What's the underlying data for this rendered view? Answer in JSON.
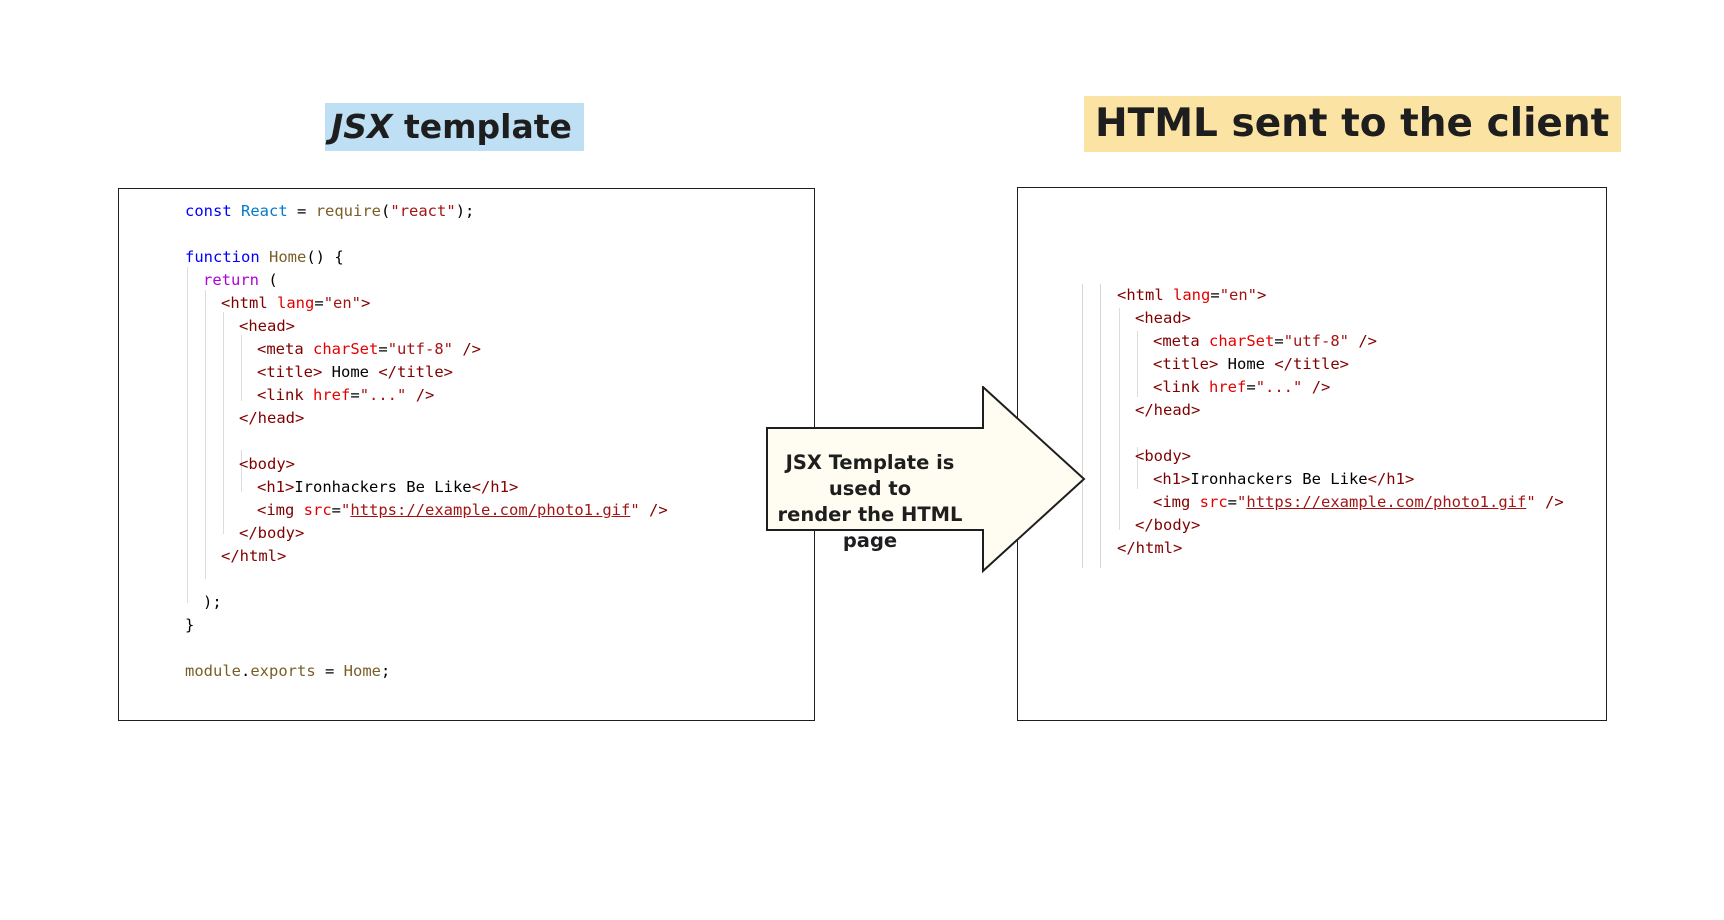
{
  "titles": {
    "left_italic": "JSX",
    "left_rest": " template",
    "right": "HTML sent to the client"
  },
  "arrow": {
    "label": "JSX Template is used to\nrender the HTML page"
  },
  "jsx_code": {
    "l1": {
      "kw": "const",
      "var": "React",
      "eq": " = ",
      "fn": "require",
      "p1": "(",
      "str": "\"react\"",
      "p2": ");"
    },
    "l3": {
      "kw": "function",
      "fn": "Home",
      "rest": "() {"
    },
    "l4": {
      "kw": "return",
      "rest": " ("
    },
    "l5": {
      "open": "<html",
      "attr": "lang",
      "eq": "=",
      "val": "\"en\"",
      "close": ">"
    },
    "l6": {
      "tag": "<head>"
    },
    "l7": {
      "open": "<meta",
      "attr": "charSet",
      "eq": "=",
      "val": "\"utf-8\"",
      "close": " />"
    },
    "l8": {
      "open": "<title>",
      "text": " Home ",
      "close": "</title>"
    },
    "l9": {
      "open": "<link",
      "attr": "href",
      "eq": "=",
      "val": "\"...\"",
      "close": " />"
    },
    "l10": {
      "tag": "</head>"
    },
    "l12": {
      "tag": "<body>"
    },
    "l13": {
      "open": "<h1>",
      "text": "Ironhackers Be Like",
      "close": "</h1>"
    },
    "l14": {
      "open": "<img",
      "attr": "src",
      "eq": "=",
      "q1": "\"",
      "url": "https://example.com/photo1.gif",
      "q2": "\"",
      "close": " />"
    },
    "l15": {
      "tag": "</body>"
    },
    "l16": {
      "tag": "</html>"
    },
    "l18": {
      "text": ");"
    },
    "l19": {
      "text": "}"
    },
    "l21": {
      "obj": "module",
      "dot": ".",
      "prop": "exports",
      "eq": " = ",
      "val": "Home",
      "end": ";"
    }
  },
  "html_code": {
    "l1": {
      "open": "<html",
      "attr": "lang",
      "eq": "=",
      "val": "\"en\"",
      "close": ">"
    },
    "l2": {
      "tag": "<head>"
    },
    "l3": {
      "open": "<meta",
      "attr": "charSet",
      "eq": "=",
      "val": "\"utf-8\"",
      "close": " />"
    },
    "l4": {
      "open": "<title>",
      "text": " Home ",
      "close": "</title>"
    },
    "l5": {
      "open": "<link",
      "attr": "href",
      "eq": "=",
      "val": "\"...\"",
      "close": " />"
    },
    "l6": {
      "tag": "</head>"
    },
    "l8": {
      "tag": "<body>"
    },
    "l9": {
      "open": "<h1>",
      "text": "Ironhackers Be Like",
      "close": "</h1>"
    },
    "l10": {
      "open": "<img",
      "attr": "src",
      "eq": "=",
      "q1": "\"",
      "url": "https://example.com/photo1.gif",
      "q2": "\"",
      "close": " />"
    },
    "l11": {
      "tag": "</body>"
    },
    "l12": {
      "tag": "</html>"
    }
  },
  "colors": {
    "title_left_bg": "#bfdff5",
    "title_right_bg": "#fbe3a4",
    "arrow_fill": "#fffdf2",
    "keyword": "#0000ff",
    "tag": "#800000",
    "attribute": "#e50000",
    "string": "#a31515"
  }
}
